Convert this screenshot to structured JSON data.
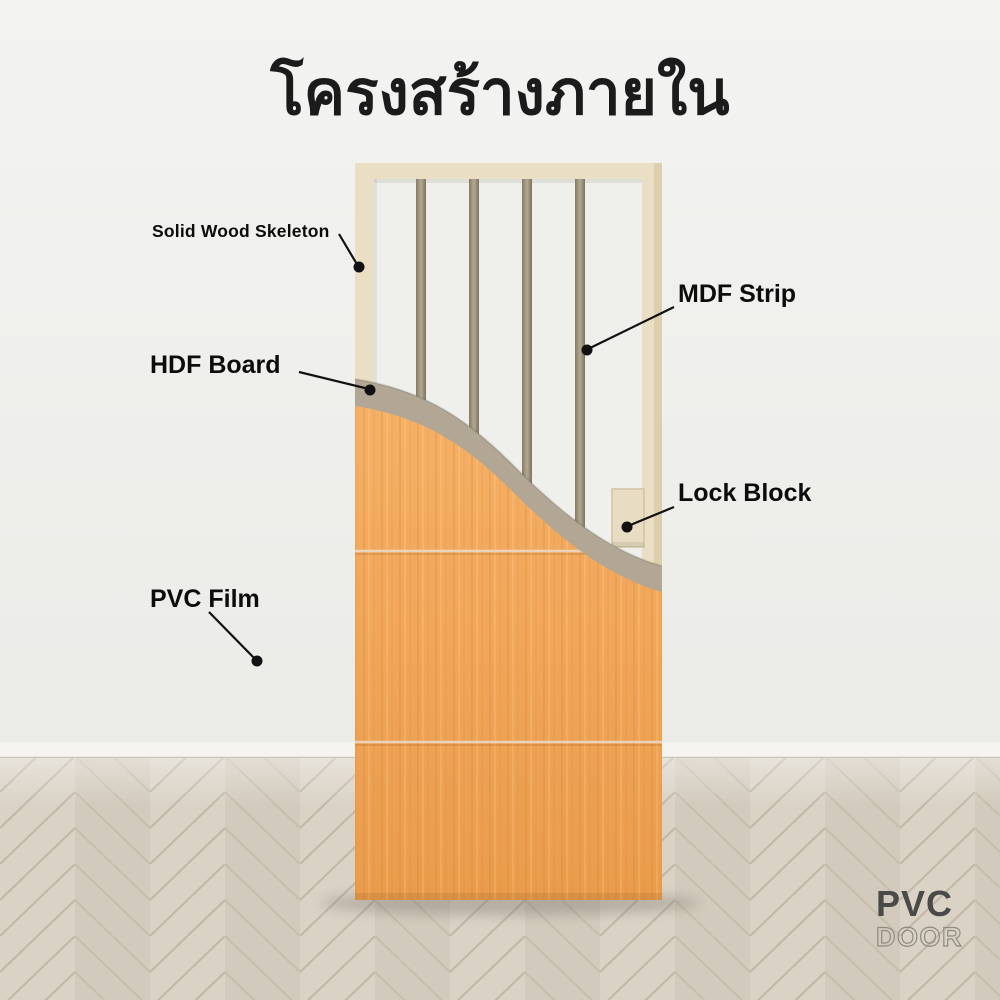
{
  "title": "โครงสร้างภายใน",
  "labels": {
    "skeleton": "Solid Wood Skeleton",
    "mdf_strip": "MDF Strip",
    "hdf_board": "HDF Board",
    "lock_block": "Lock Block",
    "pvc_film": "PVC Film"
  },
  "logo": {
    "brand": "PVC",
    "sub": "DOOR"
  },
  "colors": {
    "wall": "#f0f0ee",
    "floor_wood": "#d6cfc2",
    "skeleton_wood": "#eadfc5",
    "mdf_strip": "#a09480",
    "hdf_board": "#b2a794",
    "pvc_film_orange": "#f0a558",
    "label_text": "#0c0c0c",
    "leader_line": "#111111"
  }
}
